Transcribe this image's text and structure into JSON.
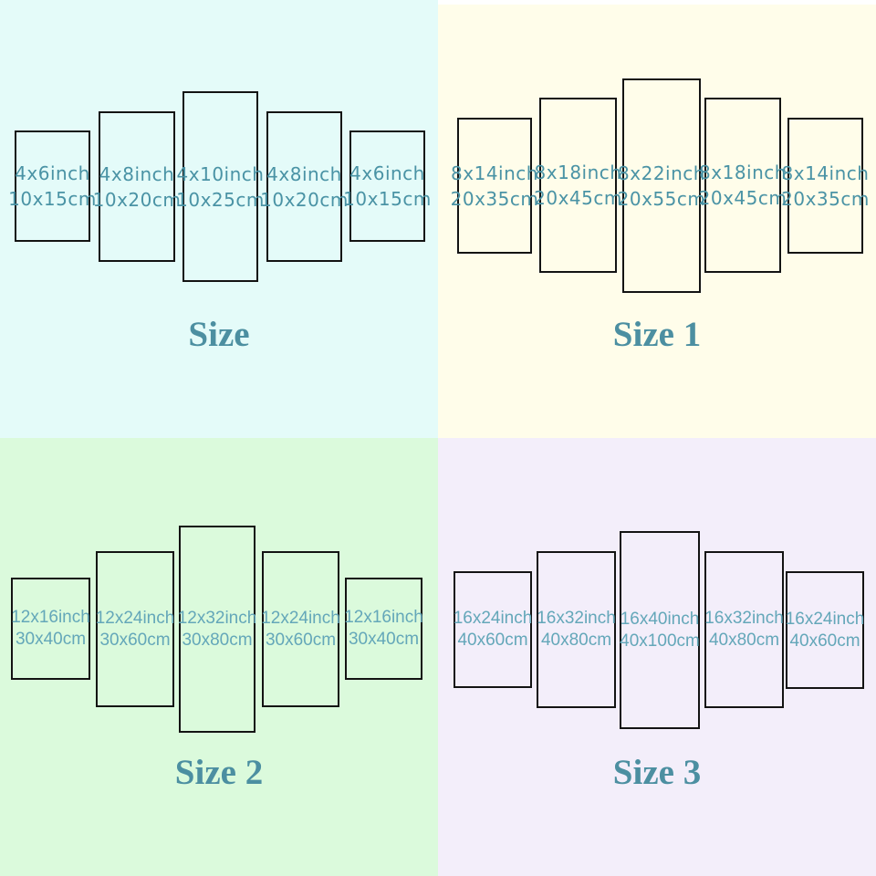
{
  "quadrants": [
    {
      "title": "Size",
      "background": "#e4fbf9",
      "panels": [
        {
          "inch": "4x6inch",
          "cm": "10x15cm"
        },
        {
          "inch": "4x8inch",
          "cm": "10x20cm"
        },
        {
          "inch": "4x10inch",
          "cm": "10x25cm"
        },
        {
          "inch": "4x8inch",
          "cm": "10x20cm"
        },
        {
          "inch": "4x6inch",
          "cm": "10x15cm"
        }
      ]
    },
    {
      "title": "Size 1",
      "background": "#fffdea",
      "panels": [
        {
          "inch": "8x14inch",
          "cm": "20x35cm"
        },
        {
          "inch": "8x18inch",
          "cm": "20x45cm"
        },
        {
          "inch": "8x22inch",
          "cm": "20x55cm"
        },
        {
          "inch": "8x18inch",
          "cm": "20x45cm"
        },
        {
          "inch": "8x14inch",
          "cm": "20x35cm"
        }
      ]
    },
    {
      "title": "Size 2",
      "background": "#dbfadc",
      "panels": [
        {
          "inch": "12x16inch",
          "cm": "30x40cm"
        },
        {
          "inch": "12x24inch",
          "cm": "30x60cm"
        },
        {
          "inch": "12x32inch",
          "cm": "30x80cm"
        },
        {
          "inch": "12x24inch",
          "cm": "30x60cm"
        },
        {
          "inch": "12x16inch",
          "cm": "30x40cm"
        }
      ]
    },
    {
      "title": "Size 3",
      "background": "#f3eefa",
      "panels": [
        {
          "inch": "16x24inch",
          "cm": "40x60cm"
        },
        {
          "inch": "16x32inch",
          "cm": "40x80cm"
        },
        {
          "inch": "16x40inch",
          "cm": "40x100cm"
        },
        {
          "inch": "16x32inch",
          "cm": "40x80cm"
        },
        {
          "inch": "16x24inch",
          "cm": "40x60cm"
        }
      ]
    }
  ],
  "colors": {
    "title_text": "#4c8fa1",
    "panel_text_top": "#4a93a5",
    "panel_text_bottom": "#64a7b9",
    "panel_border": "#131313",
    "divider_strip": "#ffffff"
  }
}
